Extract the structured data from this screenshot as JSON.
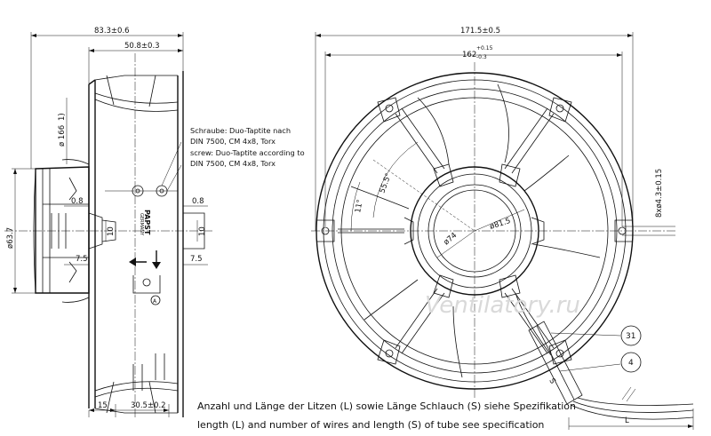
{
  "side_view": {
    "dims": {
      "overall_depth": "83.3±0.6",
      "housing_depth": "50.8±0.3",
      "diameter_motor": "ø 166",
      "note_ref": "1)",
      "hub_diameter": "ø63.7",
      "left_offset": "0.8",
      "right_offset": "0.8",
      "left_bore": "10",
      "right_bore": "10",
      "left_step": "7.5",
      "right_step": "7.5",
      "bottom_left": "15",
      "bottom_right": "30.5±0.2"
    },
    "screw_note": {
      "de_line1": "Schraube: Duo-Taptite nach",
      "de_line2": "DIN 7500, CM 4x8, Torx",
      "en_line1": "screw: Duo-Taptite according to",
      "en_line2": "DIN 7500, CM 4x8, Torx"
    },
    "label_logo": "PAPST",
    "label_sub": "GERMANY",
    "ground_symbol": "A"
  },
  "front_view": {
    "dims": {
      "outer_width": "171.5±0.5",
      "hole_spacing": "162",
      "hole_spacing_tol_top": "+0.15",
      "hole_spacing_tol_bottom": "-0.3",
      "holes": "8xø4.3±0.15",
      "angle_blade": "55.5°",
      "angle_small": "11°",
      "hub_outer": "ø81.5",
      "hub_inner": "ø74",
      "tube_length": "S",
      "wire_length": "L"
    },
    "callouts": [
      "31",
      "4"
    ]
  },
  "caption": {
    "line_de": "Anzahl und Länge der Litzen (L) sowie Länge Schlauch (S) siehe Spezifikation",
    "line_en": "length (L) and number of wires and length (S) of tube see specification"
  },
  "watermark": "Ventilatory.ru"
}
